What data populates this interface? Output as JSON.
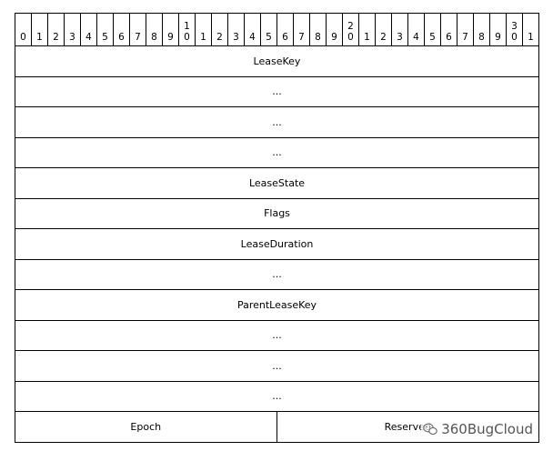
{
  "bit_header": [
    [
      "0"
    ],
    [
      "1"
    ],
    [
      "2"
    ],
    [
      "3"
    ],
    [
      "4"
    ],
    [
      "5"
    ],
    [
      "6"
    ],
    [
      "7"
    ],
    [
      "8"
    ],
    [
      "9"
    ],
    [
      "1",
      "0"
    ],
    [
      "1"
    ],
    [
      "2"
    ],
    [
      "3"
    ],
    [
      "4"
    ],
    [
      "5"
    ],
    [
      "6"
    ],
    [
      "7"
    ],
    [
      "8"
    ],
    [
      "9"
    ],
    [
      "2",
      "0"
    ],
    [
      "1"
    ],
    [
      "2"
    ],
    [
      "3"
    ],
    [
      "4"
    ],
    [
      "5"
    ],
    [
      "6"
    ],
    [
      "7"
    ],
    [
      "8"
    ],
    [
      "9"
    ],
    [
      "3",
      "0"
    ],
    [
      "1"
    ]
  ],
  "rows": [
    {
      "label": "LeaseKey"
    },
    {
      "label": "..."
    },
    {
      "label": "..."
    },
    {
      "label": "..."
    },
    {
      "label": "LeaseState"
    },
    {
      "label": "Flags"
    },
    {
      "label": "LeaseDuration"
    },
    {
      "label": "..."
    },
    {
      "label": "ParentLeaseKey"
    },
    {
      "label": "..."
    },
    {
      "label": "..."
    },
    {
      "label": "..."
    }
  ],
  "last_row": {
    "left": "Epoch",
    "right": "Reserved"
  },
  "watermark": {
    "text": "360BugCloud",
    "icon": "wechat-icon"
  }
}
